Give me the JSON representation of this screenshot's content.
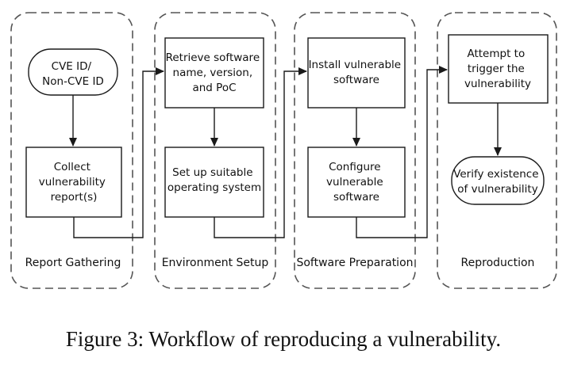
{
  "groups": [
    {
      "label": "Report Gathering"
    },
    {
      "label": "Environment Setup"
    },
    {
      "label": "Software Preparation"
    },
    {
      "label": "Reproduction"
    }
  ],
  "nodes": {
    "cve_id": [
      "CVE ID/",
      "Non-CVE ID"
    ],
    "collect_report": [
      "Collect",
      "vulnerability",
      "report(s)"
    ],
    "retrieve_software": [
      "Retrieve software",
      "name, version,",
      "and PoC"
    ],
    "setup_os": [
      "Set up suitable",
      "operating system"
    ],
    "install_software": [
      "Install vulnerable",
      "software"
    ],
    "configure_software": [
      "Configure",
      "vulnerable",
      "software"
    ],
    "attempt_trigger": [
      "Attempt to",
      "trigger the",
      "vulnerability"
    ],
    "verify_existence": [
      "Verify existence",
      "of vulnerability"
    ]
  },
  "caption": "Figure 3: Workflow of reproducing a vulnerability."
}
